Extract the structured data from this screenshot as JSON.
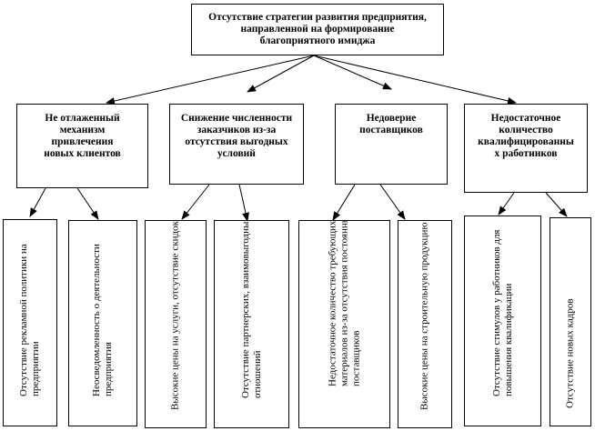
{
  "root": {
    "label": "Отсутствие стратегии развития предприятия, направленной на формирование благоприятного имиджа"
  },
  "causes": [
    {
      "label": "Не отлаженный механизм привлечения новых клиентов"
    },
    {
      "label": "Снижение численности заказчиков из-за отсутствия выгодных условий"
    },
    {
      "label": "Недоверие поставщиков"
    },
    {
      "label": "Недостаточное количество квалифицированны х работников"
    }
  ],
  "effects": [
    {
      "label": "Отсутствие рекламной политики на предприятии"
    },
    {
      "label": "Неосведомленность о деятельности предприятия"
    },
    {
      "label": "Высокие цены на услуги, отсутствие скидок"
    },
    {
      "label": "Отсутствие партнерских, взаимовыгодных отношений"
    },
    {
      "label": "Недостаточное количество требующихся материалов из-за отсутствия постоянных поставщиков"
    },
    {
      "label": "Высокие цены на строительную продукцию"
    },
    {
      "label": "Отсутствие стимулов у работников для повышения квалификации"
    },
    {
      "label": "Отсутствие новых кадров"
    }
  ]
}
